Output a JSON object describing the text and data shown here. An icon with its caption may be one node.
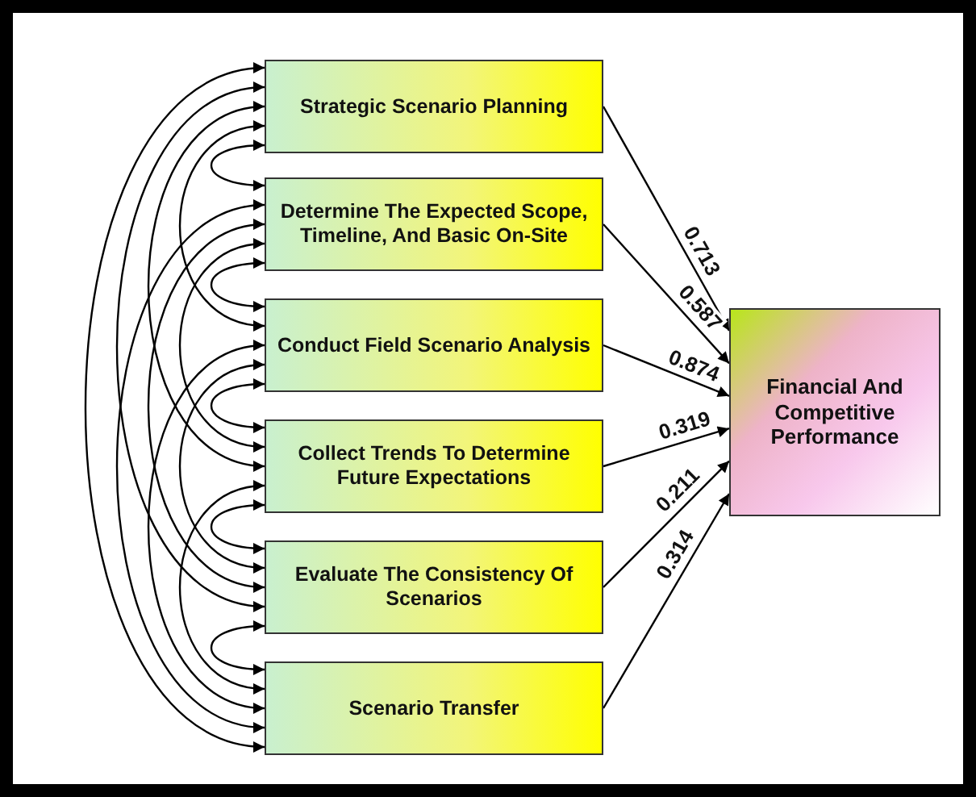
{
  "diagram": {
    "nodes": [
      {
        "text": [
          "Strategic Scenario Planning"
        ]
      },
      {
        "text": [
          "Determine The Expected Scope, Timeline, And Basic On-Site"
        ]
      },
      {
        "text": [
          "Conduct Field Scenario Analysis"
        ]
      },
      {
        "text": [
          "Collect Trends To Determine Future Expectations"
        ]
      },
      {
        "text": [
          "Evaluate The Consistency Of Scenarios"
        ]
      },
      {
        "text": [
          "Scenario Transfer"
        ]
      },
      {
        "text": [
          "Financial And Competitive Performance"
        ]
      }
    ],
    "edges": [
      {
        "from": 0,
        "to": 6,
        "arrow": "to",
        "label": "0.713"
      },
      {
        "from": 1,
        "to": 6,
        "arrow": "to",
        "label": "0.587"
      },
      {
        "from": 2,
        "to": 6,
        "arrow": "to",
        "label": "0.874"
      },
      {
        "from": 3,
        "to": 6,
        "arrow": "to",
        "label": "0.319"
      },
      {
        "from": 4,
        "to": 6,
        "arrow": "to",
        "label": "0.211"
      },
      {
        "from": 5,
        "to": 6,
        "arrow": "to",
        "label": "0.314"
      },
      {
        "from": 0,
        "to": 1,
        "arrow": "both"
      },
      {
        "from": 0,
        "to": 2,
        "arrow": "both"
      },
      {
        "from": 0,
        "to": 3,
        "arrow": "both"
      },
      {
        "from": 0,
        "to": 4,
        "arrow": "both"
      },
      {
        "from": 0,
        "to": 5,
        "arrow": "both"
      },
      {
        "from": 1,
        "to": 2,
        "arrow": "both"
      },
      {
        "from": 1,
        "to": 3,
        "arrow": "both"
      },
      {
        "from": 1,
        "to": 4,
        "arrow": "both"
      },
      {
        "from": 1,
        "to": 5,
        "arrow": "both"
      },
      {
        "from": 2,
        "to": 3,
        "arrow": "both"
      },
      {
        "from": 2,
        "to": 4,
        "arrow": "both"
      },
      {
        "from": 2,
        "to": 5,
        "arrow": "both"
      },
      {
        "from": 3,
        "to": 4,
        "arrow": "both"
      },
      {
        "from": 3,
        "to": 5,
        "arrow": "both"
      },
      {
        "from": 4,
        "to": 5,
        "arrow": "both"
      }
    ]
  }
}
